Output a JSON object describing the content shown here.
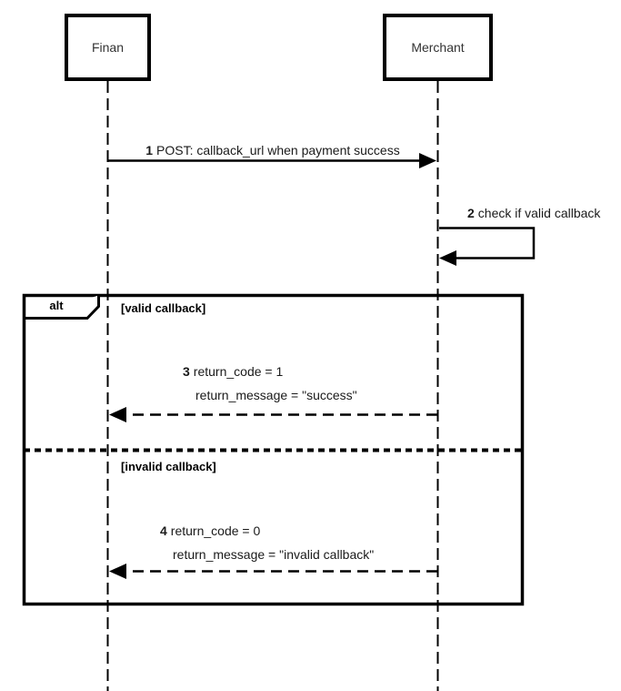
{
  "diagram": {
    "kind": "uml-sequence-diagram",
    "background_color": "#ffffff",
    "line_color": "#000000",
    "text_color": "#1a1a1a"
  },
  "actors": [
    {
      "name": "Finan"
    },
    {
      "name": "Merchant"
    }
  ],
  "messages": [
    {
      "num": "1",
      "text": "POST: callback_url when payment success",
      "from": "Finan",
      "to": "Merchant",
      "line_style": "solid"
    },
    {
      "num": "2",
      "text": "check if valid callback",
      "from": "Merchant",
      "to": "Merchant",
      "line_style": "self-loop"
    },
    {
      "num": "3",
      "text_line1": "return_code = 1",
      "text_line2": "return_message = \"success\"",
      "from": "Merchant",
      "to": "Finan",
      "line_style": "dashed"
    },
    {
      "num": "4",
      "text_line1": "return_code = 0",
      "text_line2": "return_message = \"invalid callback\"",
      "from": "Merchant",
      "to": "Finan",
      "line_style": "dashed"
    }
  ],
  "alt_frame": {
    "operator": "alt",
    "sections": [
      {
        "guard": "[valid callback]"
      },
      {
        "guard": "[invalid callback]"
      }
    ]
  }
}
